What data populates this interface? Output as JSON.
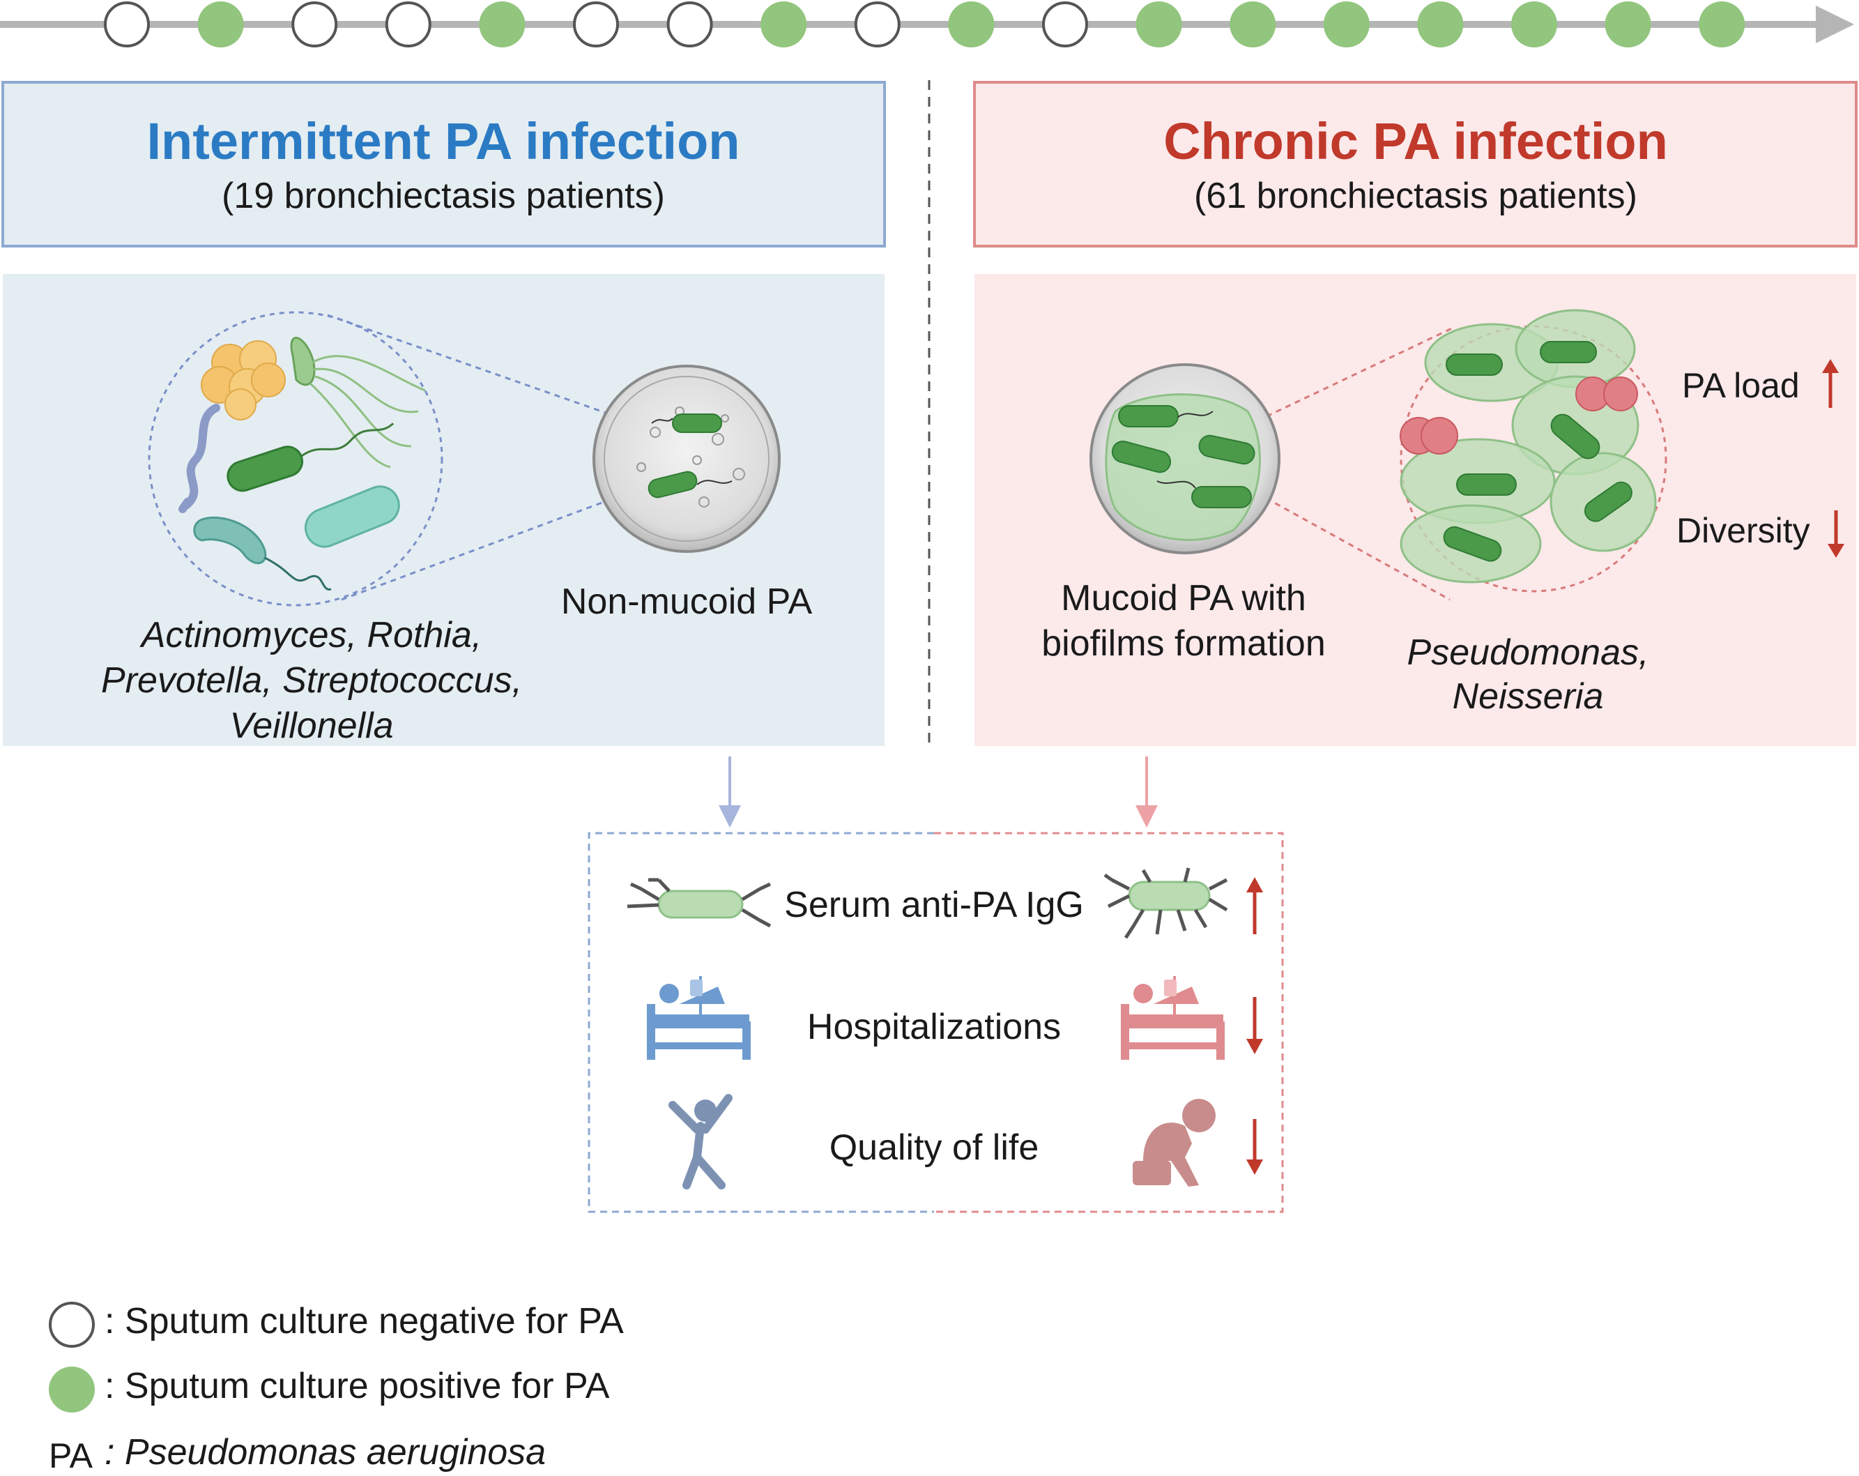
{
  "timeline": {
    "sequence": [
      "neg",
      "pos",
      "neg",
      "neg",
      "pos",
      "neg",
      "neg",
      "pos",
      "neg",
      "pos",
      "neg",
      "pos",
      "pos",
      "pos",
      "pos",
      "pos",
      "pos",
      "pos"
    ]
  },
  "intermittent": {
    "title": "Intermittent PA infection",
    "subtitle": "(19 bronchiectasis patients)",
    "plate_label": "Non-mucoid PA",
    "genera": [
      "Actinomyces, Rothia,",
      "Prevotella, Streptococcus,",
      "Veillonella"
    ]
  },
  "chronic": {
    "title": "Chronic PA infection",
    "subtitle": "(61 bronchiectasis patients)",
    "plate_label": [
      "Mucoid PA with",
      "biofilms formation"
    ],
    "genera": [
      "Pseudomonas,",
      "Neisseria"
    ],
    "pa_load": "PA load",
    "diversity": "Diversity"
  },
  "outcomes": [
    {
      "label": "Serum anti-PA IgG",
      "trend": "up"
    },
    {
      "label": "Hospitalizations",
      "trend": "down"
    },
    {
      "label": "Quality of life",
      "trend": "down"
    }
  ],
  "legend": {
    "negative": ": Sputum culture negative for PA",
    "positive": ": Sputum culture positive for PA",
    "pa_abbr": "PA",
    "pa_def": ": Pseudomonas aeruginosa"
  },
  "colors": {
    "blue_title": "#2b7bc4",
    "red_title": "#c0392b",
    "positive_dot": "#92c57d",
    "blue_panel": "#e4edf2",
    "red_panel": "#fce9ea",
    "arrow_red": "#c0392b",
    "bacteria_green": "#4a9a4a"
  }
}
